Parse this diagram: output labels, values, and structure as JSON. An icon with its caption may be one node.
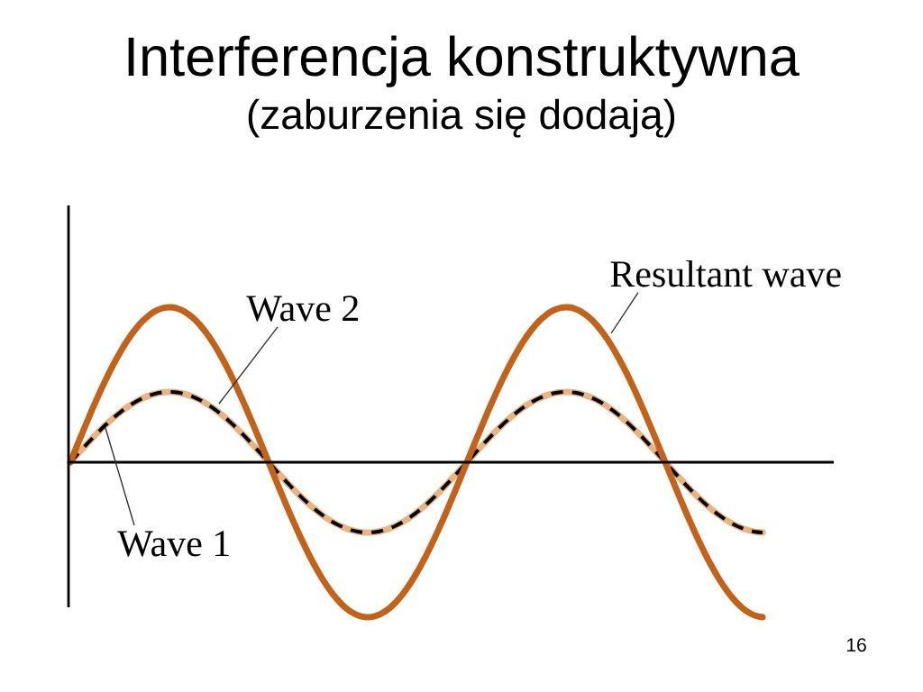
{
  "diagram": {
    "title": "Interferencja konstruktywna",
    "nodes": [
      {
        "text": [
          "Resultant wave"
        ]
      },
      {
        "text": [
          "Wave 2"
        ]
      },
      {
        "text": [
          "Wave 1"
        ]
      }
    ],
    "edges": [
      {
        "from": 0,
        "to": null,
        "arrow": "none"
      },
      {
        "from": 1,
        "to": null,
        "arrow": "none"
      },
      {
        "from": 2,
        "to": null,
        "arrow": "none"
      }
    ],
    "labels": [
      "(zaburzenia się dodają)",
      "16"
    ]
  }
}
